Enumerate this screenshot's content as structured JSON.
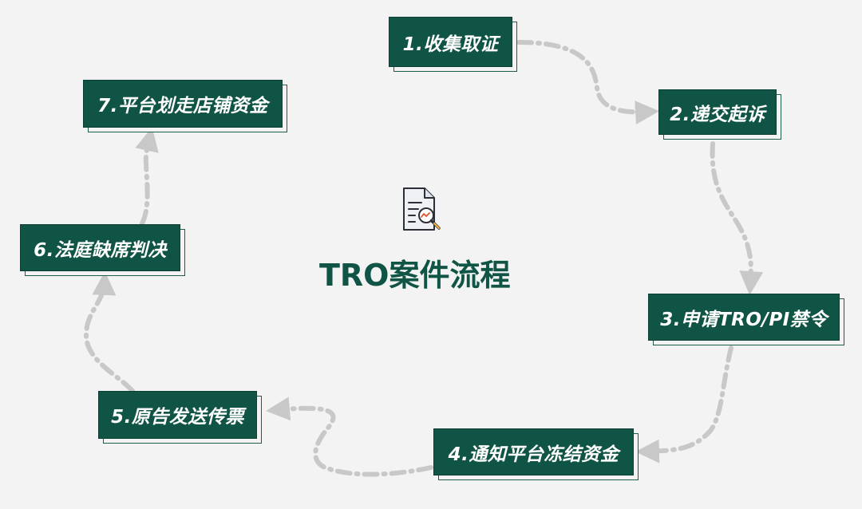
{
  "title": "TRO案件流程",
  "icon": "document-analysis-icon",
  "colors": {
    "box_fill": "#105445",
    "box_text": "#ffffff",
    "title": "#105445",
    "arrow": "#c8c8c8",
    "background": "#f3f3f3"
  },
  "steps": [
    {
      "label": "1.收集取证"
    },
    {
      "label": "2.递交起诉"
    },
    {
      "label": "3.申请TRO/PI禁令"
    },
    {
      "label": "4.通知平台冻结资金"
    },
    {
      "label": "5.原告发送传票"
    },
    {
      "label": "6.法庭缺席判决"
    },
    {
      "label": "7.平台划走店铺资金"
    }
  ]
}
